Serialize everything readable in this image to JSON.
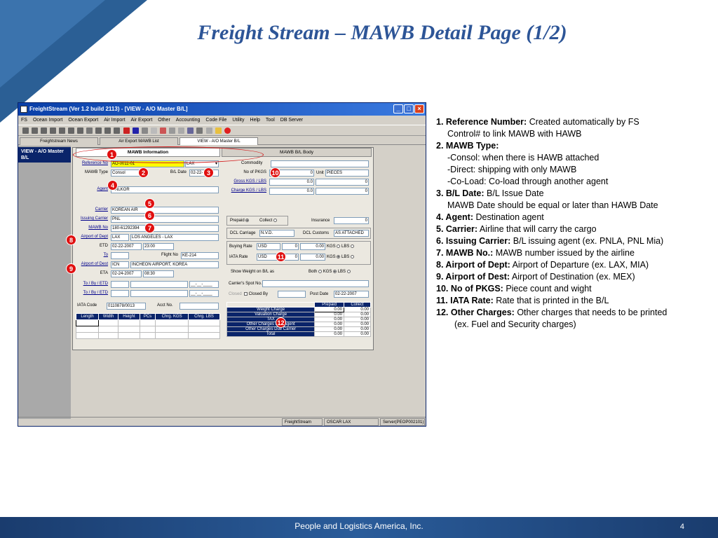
{
  "slide": {
    "title": "Freight Stream – MAWB Detail Page (1/2)",
    "footer": "People and Logistics America, Inc.",
    "page_number": "4"
  },
  "window": {
    "title": "FreightStream (Ver 1.2 build 2113) - [VIEW - A/O Master B/L]",
    "menu": [
      "FS",
      "Ocean Import",
      "Ocean Export",
      "Air Import",
      "Air Export",
      "Other",
      "Accounting",
      "Code File",
      "Utility",
      "Help",
      "Tool",
      "DB Server"
    ],
    "tabs": [
      "Freightstream News",
      "Air Export MAWB List",
      "VIEW - A/O Master B/L"
    ],
    "side_active": "VIEW - A/O Master B/L",
    "status": [
      "FreightStream",
      "OSCAR LAX",
      "Server(PEOP002101)"
    ]
  },
  "form": {
    "tab_info": "MAWB Information",
    "tab_body": "MAWB B/L Body",
    "labels": {
      "reference_no": "Reference No",
      "mawb_type": "MAWB Type",
      "bl_date": "B/L Date",
      "agent": "Agent",
      "carrier": "Carrier",
      "issuing_carrier": "Issuing Carrier",
      "mawb_no": "MAWB No",
      "airport_dept": "Airport of Dept",
      "etd": "ETD",
      "to": "To",
      "flight_no": "Flight No",
      "airport_dest": "Airport of Dest",
      "eta": "ETA",
      "to_by_etd1": "To / By / ETD",
      "to_by_etd2": "To / By / ETD",
      "iata_code": "IATA Code",
      "acct_no": "Acct No.",
      "commodity": "Commodity",
      "no_of_pkgs": "No of PKGS",
      "unit": "Unit",
      "gross_kgs": "Gross KGS / LBS",
      "charge_kgs": "Charge KGS / LBS",
      "prepaid": "Prepaid",
      "collect": "Collect",
      "insurance": "Insurance",
      "dcl_carriage": "DCL Carriage",
      "dcl_customs": "DCL Customs",
      "buying_rate": "Buying Rate",
      "iata_rate": "IATA Rate",
      "kgs": "KGS",
      "lbs": "LBS",
      "show_weight": "Show Weight on B/L as",
      "both": "Both",
      "carriers_spot": "Carrier's Spot No.",
      "closed": "Closed",
      "closed_by": "Closed By",
      "post_date": "Post Date"
    },
    "values": {
      "reference_no": "AO-0011-01",
      "ref_station": "LAX",
      "mawb_type": "Consol",
      "bl_date": "02-22-",
      "agent": "PNLKOR",
      "carrier": "KOREAN AIR",
      "issuing_carrier": "PNL",
      "mawb_no": "180-61292394",
      "dept_code": "LAX",
      "dept_name": "LOS ANGELES - LAX",
      "etd_date": "02-22-2007",
      "etd_time": "23:00",
      "flight_no": "KE-214",
      "dest_code": "ICN",
      "dest_name": "INCHEON AIRPORT, KOREA",
      "eta_date": "02-24-2007",
      "eta_time": "08:30",
      "to_by_etd_mask": "__-__-____",
      "iata_code": "0110878/0013",
      "commodity": "",
      "no_of_pkgs": "0",
      "unit": "PIECES",
      "gross_kgs": "0.0",
      "gross_lbs": "0",
      "charge_kgs": "0.0",
      "charge_lbs": "0",
      "insurance": "0",
      "dcl_carriage": "N.V.D.",
      "dcl_customs": "AS ATTACHED",
      "buying_currency": "USD",
      "buying_a": "0",
      "buying_b": "0.00",
      "iata_currency": "USD",
      "iata_a": "0",
      "iata_b": "0.00",
      "post_date": "02-22-2007"
    },
    "dims_headers": [
      "Length",
      "Width",
      "Height",
      "PCs",
      "Chrg. KGS",
      "Chrg. LBS"
    ],
    "charges": {
      "headers": [
        "",
        "Prepaid",
        "Collect"
      ],
      "rows": [
        {
          "label": "Weight Charge",
          "prepaid": "0.00",
          "collect": "0.00"
        },
        {
          "label": "Valuation Charge",
          "prepaid": "0.00",
          "collect": "0.00"
        },
        {
          "label": "TAX",
          "prepaid": "0.00",
          "collect": "0.00"
        },
        {
          "label": "Other Charges Due Agent",
          "prepaid": "0.00",
          "collect": "0.00"
        },
        {
          "label": "Other Charges Due Carrier",
          "prepaid": "0.00",
          "collect": "0.00"
        },
        {
          "label": "Total",
          "prepaid": "0.00",
          "collect": "0.00"
        }
      ]
    }
  },
  "markers": [
    "1",
    "2",
    "3",
    "4",
    "5",
    "6",
    "7",
    "8",
    "9",
    "10",
    "11",
    "12"
  ],
  "notes": [
    {
      "head": "1. Reference Number:",
      "text": " Created automatically by FS",
      "lines": [
        "Control# to link MAWB with HAWB"
      ]
    },
    {
      "head": "2. MAWB Type:",
      "text": "",
      "lines": [
        "-Consol: when there is HAWB attached",
        "-Direct: shipping with only MAWB",
        "-Co-Load: Co-load through another agent"
      ]
    },
    {
      "head": "3. B/L Date:",
      "text": " B/L Issue Date",
      "lines": [
        "MAWB Date should be equal or later than HAWB Date"
      ]
    },
    {
      "head": "4. Agent:",
      "text": " Destination agent",
      "lines": []
    },
    {
      "head": "5. Carrier:",
      "text": " Airline that will carry the cargo",
      "lines": []
    },
    {
      "head": "6. Issuing Carrier:",
      "text": " B/L issuing agent (ex. PNLA, PNL Mia)",
      "lines": []
    },
    {
      "head": "7. MAWB No.:",
      "text": " MAWB number issued by the airline",
      "lines": []
    },
    {
      "head": "8. Airport of Dept:",
      "text": " Airport of Departure (ex. LAX, MIA)",
      "lines": []
    },
    {
      "head": "9. Airport of Dest:",
      "text": " Airport of Destination (ex. MEX)",
      "lines": []
    },
    {
      "head": "10. No of PKGS:",
      "text": " Piece count and wight",
      "lines": []
    },
    {
      "head": "11. IATA Rate:",
      "text": " Rate that is printed in the B/L",
      "lines": []
    },
    {
      "head": "12. Other Charges:",
      "text": " Other charges that needs to be printed",
      "lines": [
        "(ex. Fuel and Security charges)"
      ]
    }
  ]
}
